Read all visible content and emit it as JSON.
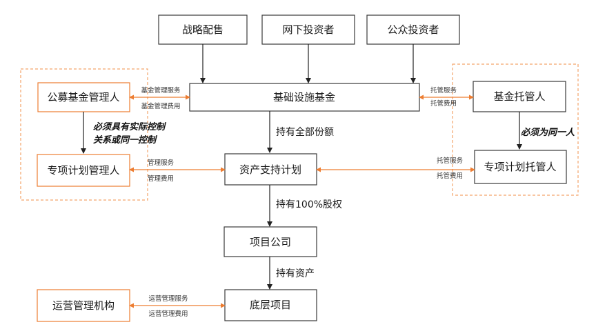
{
  "colors": {
    "box_border": "#3a3a3a",
    "accent_orange": "#ed7d31",
    "dashed_group": "#f4a46a"
  },
  "nodes": {
    "strategic_placement": "战略配售",
    "offline_investors": "网下投资者",
    "public_investors": "公众投资者",
    "infra_fund": "基础设施基金",
    "public_fund_manager": "公募基金管理人",
    "fund_custodian": "基金托管人",
    "special_plan_manager": "专项计划管理人",
    "abs_plan": "资产支持计划",
    "special_plan_custodian": "专项计划托管人",
    "project_company": "项目公司",
    "operator": "运营管理机构",
    "underlying_project": "底层项目"
  },
  "edge_labels": {
    "hold_all_shares": "持有全部份额",
    "hold_100_equity": "持有100%股权",
    "hold_assets": "持有资产",
    "fund_mgmt_service": "基金管理服务",
    "fund_mgmt_fee": "基金管理费用",
    "custody_service_top": "托管服务",
    "custody_fee_top": "托管费用",
    "mgmt_service": "管理服务",
    "mgmt_fee": "管理费用",
    "custody_service_mid": "托管服务",
    "custody_fee_mid": "托管费用",
    "ops_mgmt_service": "运营管理服务",
    "ops_mgmt_fee": "运营管理费用"
  },
  "notes": {
    "control_line1": "必须具有实际控制",
    "control_line2": "关系或同一控制",
    "same_entity": "必须为同一人"
  }
}
